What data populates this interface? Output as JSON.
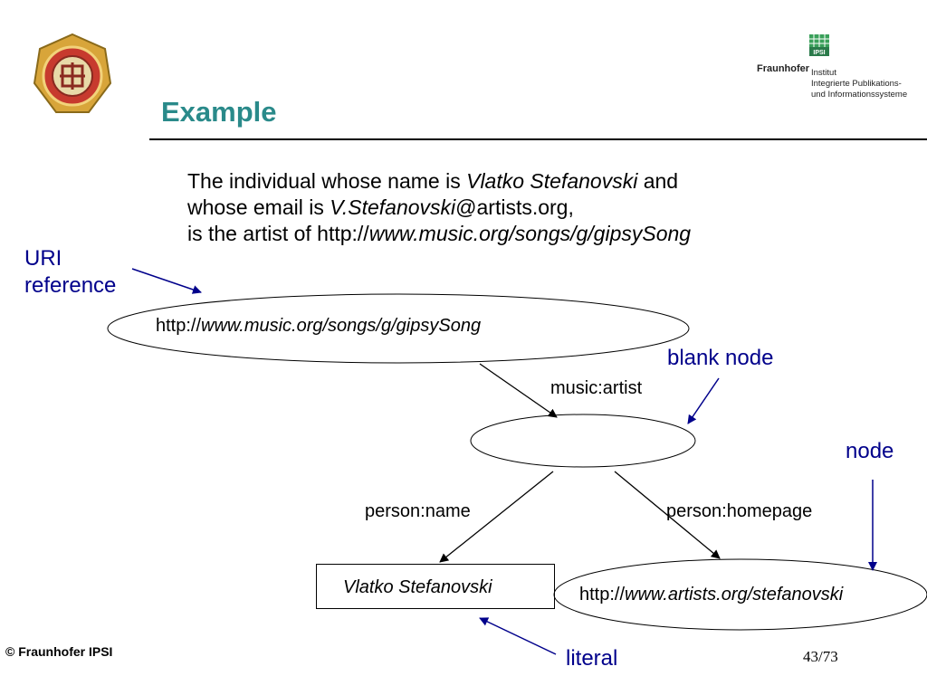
{
  "slide": {
    "title": "Example",
    "page_number": "43/73",
    "copyright": "© Fraunhofer IPSI"
  },
  "fraunhofer_logo": {
    "brand": "Fraunhofer",
    "box_label": "IPSI",
    "institute_lines": [
      "Institut",
      "Integrierte Publikations-",
      "und Informationssysteme"
    ]
  },
  "statement": {
    "line1_prefix": "The individual whose name is ",
    "line1_name": "Vlatko Stefanovski",
    "line1_suffix": " and",
    "line2_prefix": "whose email is ",
    "line2_email_user": "V.Stefanovski",
    "line2_email_domain": "@artists.org,",
    "line3_prefix": "is the artist of http://",
    "line3_url": "www.music.org/songs/g/gipsySong"
  },
  "nodes": {
    "song_prefix": "http://",
    "song_url": "www.music.org/songs/g/gipsySong",
    "literal_text": "Vlatko Stefanovski",
    "homepage_prefix": "http://",
    "homepage_url": "www.artists.org/stefanovski"
  },
  "edges": {
    "artist": "music:artist",
    "name": "person:name",
    "homepage": "person:homepage"
  },
  "annotations": {
    "uri_line1": "URI",
    "uri_line2": "reference",
    "blank_node": "blank node",
    "node": "node",
    "literal": "literal"
  },
  "colors": {
    "title": "#2a8a8a",
    "annotation": "#00008b",
    "seal_outer": "#d8a53a",
    "seal_inner": "#b8322a"
  }
}
